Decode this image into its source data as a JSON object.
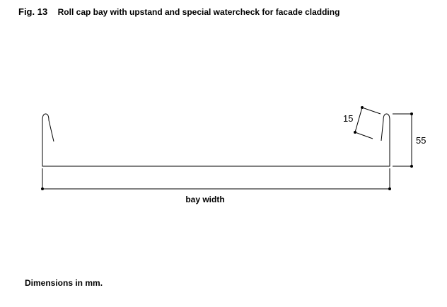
{
  "figure": {
    "number": "Fig. 13",
    "title": "Roll cap bay with upstand and special watercheck for facade cladding"
  },
  "dimensions": {
    "watercheck": "15",
    "upstand_height": "55",
    "bay_width": "bay width"
  },
  "footnote": "Dimensions in mm.",
  "colors": {
    "line": "#000000",
    "background": "#ffffff"
  }
}
